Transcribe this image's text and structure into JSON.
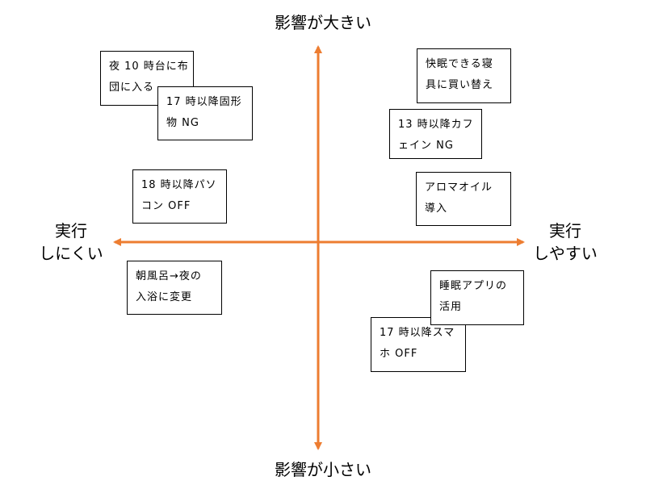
{
  "axis_labels": {
    "top": "影響が大きい",
    "bottom": "影響が小さい",
    "left_line1": "実行",
    "left_line2": "しにくい",
    "right_line1": "実行",
    "right_line2": "しやすい"
  },
  "colors": {
    "axis": "#ED7D31",
    "card_border": "#000000",
    "text": "#000000"
  },
  "items": {
    "bed_10pm": [
      "夜 10 時台に布",
      "団に入る"
    ],
    "no_solid_food_17": [
      "17 時以降固形",
      "物 NG"
    ],
    "pc_off_18": [
      "18 時以降パソ",
      "コン OFF"
    ],
    "bath_change": [
      "朝風呂→夜の",
      "入浴に変更"
    ],
    "new_bedding": [
      "快眠できる寝",
      "具に買い替え"
    ],
    "no_caffeine_13": [
      "13 時以降カフ",
      "ェイン NG"
    ],
    "aroma_oil": [
      "アロマオイル",
      "導入"
    ],
    "sleep_app": [
      "睡眠アプリの",
      "活用"
    ],
    "phone_off_17": [
      "17 時以降スマ",
      "ホ OFF"
    ]
  }
}
